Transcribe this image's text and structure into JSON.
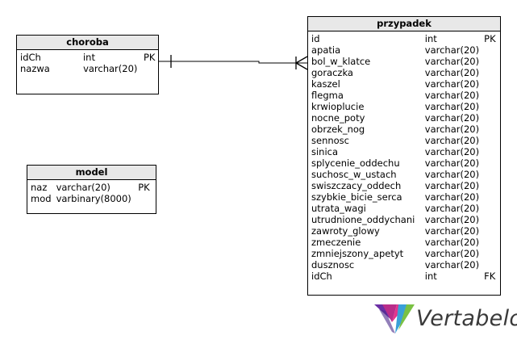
{
  "tables": {
    "choroba": {
      "name": "choroba",
      "columns": [
        {
          "name": "idCh",
          "type": "int",
          "key": "PK"
        },
        {
          "name": "nazwa",
          "type": "varchar(20)",
          "key": ""
        }
      ]
    },
    "model": {
      "name": "model",
      "columns": [
        {
          "name": "naz",
          "type": "varchar(20)",
          "key": "PK"
        },
        {
          "name": "mod",
          "type": "varbinary(8000)",
          "key": ""
        }
      ]
    },
    "przypadek": {
      "name": "przypadek",
      "columns": [
        {
          "name": "id",
          "type": "int",
          "key": "PK"
        },
        {
          "name": "apatia",
          "type": "varchar(20)",
          "key": ""
        },
        {
          "name": "bol_w_klatce",
          "type": "varchar(20)",
          "key": ""
        },
        {
          "name": "goraczka",
          "type": "varchar(20)",
          "key": ""
        },
        {
          "name": "kaszel",
          "type": "varchar(20)",
          "key": ""
        },
        {
          "name": "flegma",
          "type": "varchar(20)",
          "key": ""
        },
        {
          "name": "krwioplucie",
          "type": "varchar(20)",
          "key": ""
        },
        {
          "name": "nocne_poty",
          "type": "varchar(20)",
          "key": ""
        },
        {
          "name": "obrzek_nog",
          "type": "varchar(20)",
          "key": ""
        },
        {
          "name": "sennosc",
          "type": "varchar(20)",
          "key": ""
        },
        {
          "name": "sinica",
          "type": "varchar(20)",
          "key": ""
        },
        {
          "name": "splycenie_oddechu",
          "type": "varchar(20)",
          "key": ""
        },
        {
          "name": "suchosc_w_ustach",
          "type": "varchar(20)",
          "key": ""
        },
        {
          "name": "swiszczacy_oddech",
          "type": "varchar(20)",
          "key": ""
        },
        {
          "name": "szybkie_bicie_serca",
          "type": "varchar(20)",
          "key": ""
        },
        {
          "name": "utrata_wagi",
          "type": "varchar(20)",
          "key": ""
        },
        {
          "name": "utrudnione_oddychani",
          "type": "varchar(20)",
          "key": ""
        },
        {
          "name": "zawroty_glowy",
          "type": "varchar(20)",
          "key": ""
        },
        {
          "name": "zmeczenie",
          "type": "varchar(20)",
          "key": ""
        },
        {
          "name": "zmniejszony_apetyt",
          "type": "varchar(20)",
          "key": ""
        },
        {
          "name": "dusznosc",
          "type": "varchar(20)",
          "key": ""
        },
        {
          "name": "idCh",
          "type": "int",
          "key": "FK"
        }
      ]
    }
  },
  "relationship": {
    "from": "choroba",
    "to": "przypadek",
    "from_end": "one",
    "to_end": "many"
  },
  "logo": {
    "text": "Vertabelo",
    "colors": [
      "#6b2fa5",
      "#b92d8a",
      "#e4338c",
      "#3aa0d8",
      "#7ac143"
    ]
  }
}
